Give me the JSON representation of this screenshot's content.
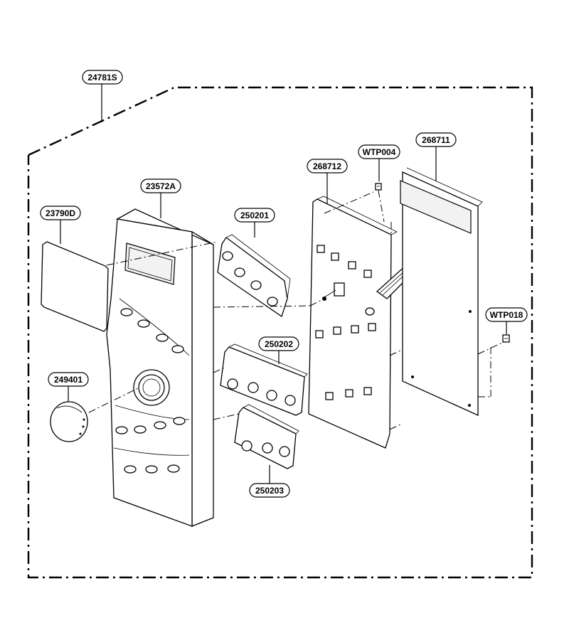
{
  "labels": {
    "assembly": "24781S",
    "window": "23790D",
    "panel": "23572A",
    "key_top": "250201",
    "key_mid": "250202",
    "key_bot": "250203",
    "pcb_main": "268712",
    "screw_top": "WTP004",
    "pcb_display": "268711",
    "screw_right": "WTP018",
    "knob": "249401"
  }
}
